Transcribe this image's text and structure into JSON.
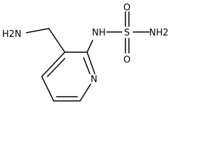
{
  "molecule": {
    "atom_labels": {
      "amine": "H2N",
      "sulfamide_nh": "NH",
      "sulfur": "S",
      "oxygen_top": "O",
      "oxygen_bottom": "O",
      "terminal_amine": "NH2",
      "ring_nitrogen": "N"
    },
    "colors": {
      "ink": "#000000",
      "background": "#ffffff"
    }
  }
}
